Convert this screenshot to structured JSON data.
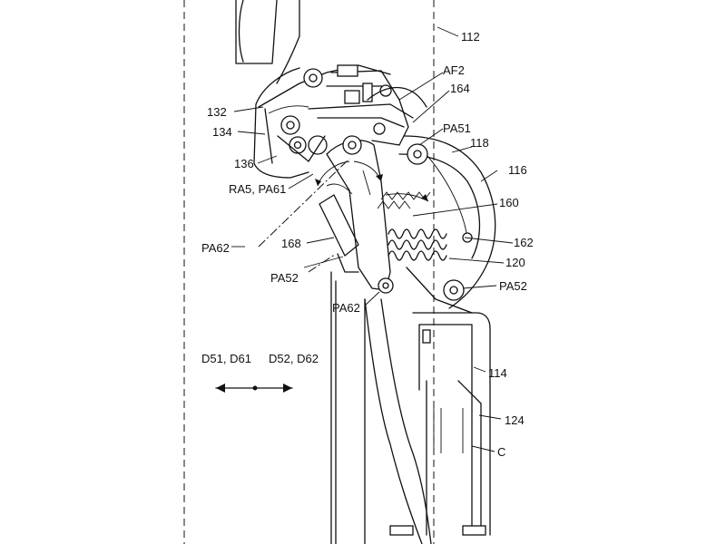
{
  "labels": {
    "l112": "112",
    "lAF2": "AF2",
    "l164": "164",
    "l132": "132",
    "l134": "134",
    "lPA51": "PA51",
    "l118": "118",
    "l116": "116",
    "l136": "136",
    "lRA5": "RA5, PA61",
    "l160": "160",
    "lPA62a": "PA62",
    "l168": "168",
    "l162": "162",
    "l120": "120",
    "lPA52a": "PA52",
    "lPA52b": "PA52",
    "lPA62b": "PA62",
    "lD51": "D51, D61",
    "lD52": "D52, D62",
    "l114": "114",
    "l124": "124",
    "lC": "C"
  }
}
